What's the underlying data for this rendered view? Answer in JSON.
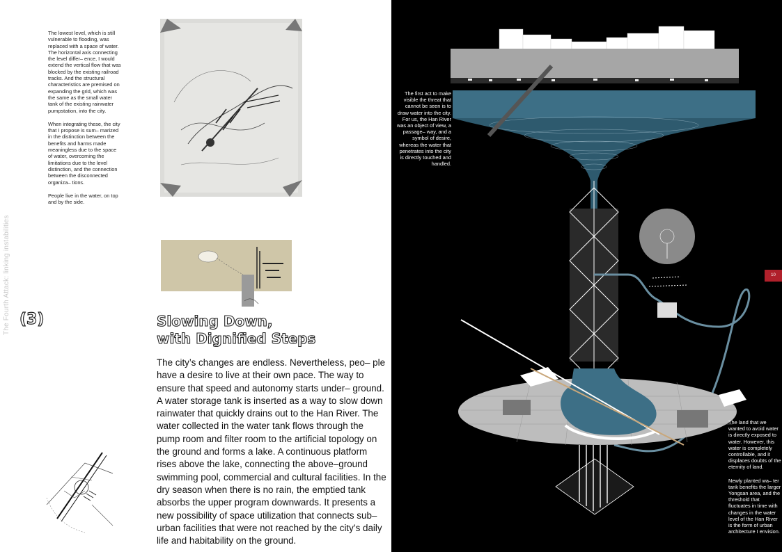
{
  "left_page": {
    "intro_paragraphs": [
      "The lowest level, which is still vulnerable to flooding, was replaced with a space of water. The horizontal axis connecting the level differ– ence, I would extend the vertical flow that was blocked by the existing railroad tracks. And the structural characteristics are premised on expanding the grid, which was the same as the small water tank of the existing rainwater pumpstation, into the city.",
      "When integrating these, the city that I propose is sum– marized in the distinction between the benefits and harms made meaningless due to the space of water, overcoming the limitations due to the level distinction, and the connection between the disconnected organiza– tions.",
      "People live in the water, on top and by the side."
    ],
    "vertical_label": "The Fourth Attack: linking instabilities",
    "section_number": "(3)",
    "title_line1": "Slowing Down,",
    "title_line2": "with Dignified Steps",
    "body_text": "The city’s changes are endless. Nevertheless, peo– ple have a desire to live at their own pace. The way to ensure that speed and autonomy starts under– ground. A water storage tank is inserted as a way to slow down rainwater that quickly drains out to the Han River. The water collected in the water tank flows through the pump room and filter room to the artificial topology on the ground and forms a lake. A continuous platform rises above the lake, connecting the above–ground swimming pool, commercial and cultural facilities. In the dry season when there is no rain, the emptied tank absorbs the upper program downwards. It presents a new possibility of space utilization that connects sub–urban facilities that were not reached by the city’s daily life and habitability on the ground."
  },
  "right_page": {
    "caption_top": "The first act to make visible the threat that cannot be seen is to draw water into the city. For us, the Han River was an object of view, a passage– way, and a symbol of desire, whereas the water that penetrates into the city is directly touched and handled.",
    "caption_bottom_1": "The land that we wanted to avoid water is directly exposed to water. However, this water is completely controllable, and it displaces doubts of the eternity of land.",
    "caption_bottom_2": "Newly planted wa– ter tank benefits the larger Yongsan area, and the threshold that fluctuates in time with changes in the water level of the Han River is the form of urban architecture I envision.",
    "page_tab": "10"
  },
  "colors": {
    "water": "#3d6f86",
    "tab": "#b0202b",
    "background_right": "#000000"
  }
}
